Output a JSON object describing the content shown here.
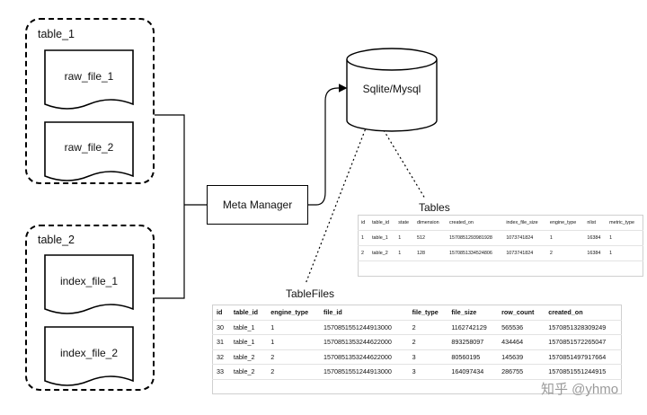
{
  "groups": [
    {
      "title": "table_1",
      "files": [
        "raw_file_1",
        "raw_file_2"
      ]
    },
    {
      "title": "table_2",
      "files": [
        "index_file_1",
        "index_file_2"
      ]
    }
  ],
  "meta_manager": "Meta Manager",
  "database": "Sqlite/Mysql",
  "tables_caption": "Tables",
  "tablefiles_caption": "TableFiles",
  "tables": {
    "headers": [
      "id",
      "table_id",
      "state",
      "dimension",
      "created_on",
      "index_file_size",
      "engine_type",
      "nlist",
      "metric_type"
    ],
    "rows": [
      [
        "1",
        "table_1",
        "1",
        "512",
        "1570851293981928",
        "1073741824",
        "1",
        "16384",
        "1"
      ],
      [
        "2",
        "table_2",
        "1",
        "128",
        "1570851334524806",
        "1073741824",
        "2",
        "16384",
        "1"
      ]
    ]
  },
  "tablefiles": {
    "headers": [
      "id",
      "table_id",
      "engine_type",
      "file_id",
      "file_type",
      "file_size",
      "row_count",
      "created_on"
    ],
    "rows": [
      [
        "30",
        "table_1",
        "1",
        "1570851551244913000",
        "2",
        "1162742129",
        "565536",
        "1570851328309249"
      ],
      [
        "31",
        "table_1",
        "1",
        "1570851353244622000",
        "2",
        "893258097",
        "434464",
        "1570851572265047"
      ],
      [
        "32",
        "table_2",
        "2",
        "1570851353244622000",
        "3",
        "80560195",
        "145639",
        "1570851497917664"
      ],
      [
        "33",
        "table_2",
        "2",
        "1570851551244913000",
        "3",
        "164097434",
        "286755",
        "1570851551244915"
      ]
    ]
  },
  "watermark": "知乎 @yhmo"
}
